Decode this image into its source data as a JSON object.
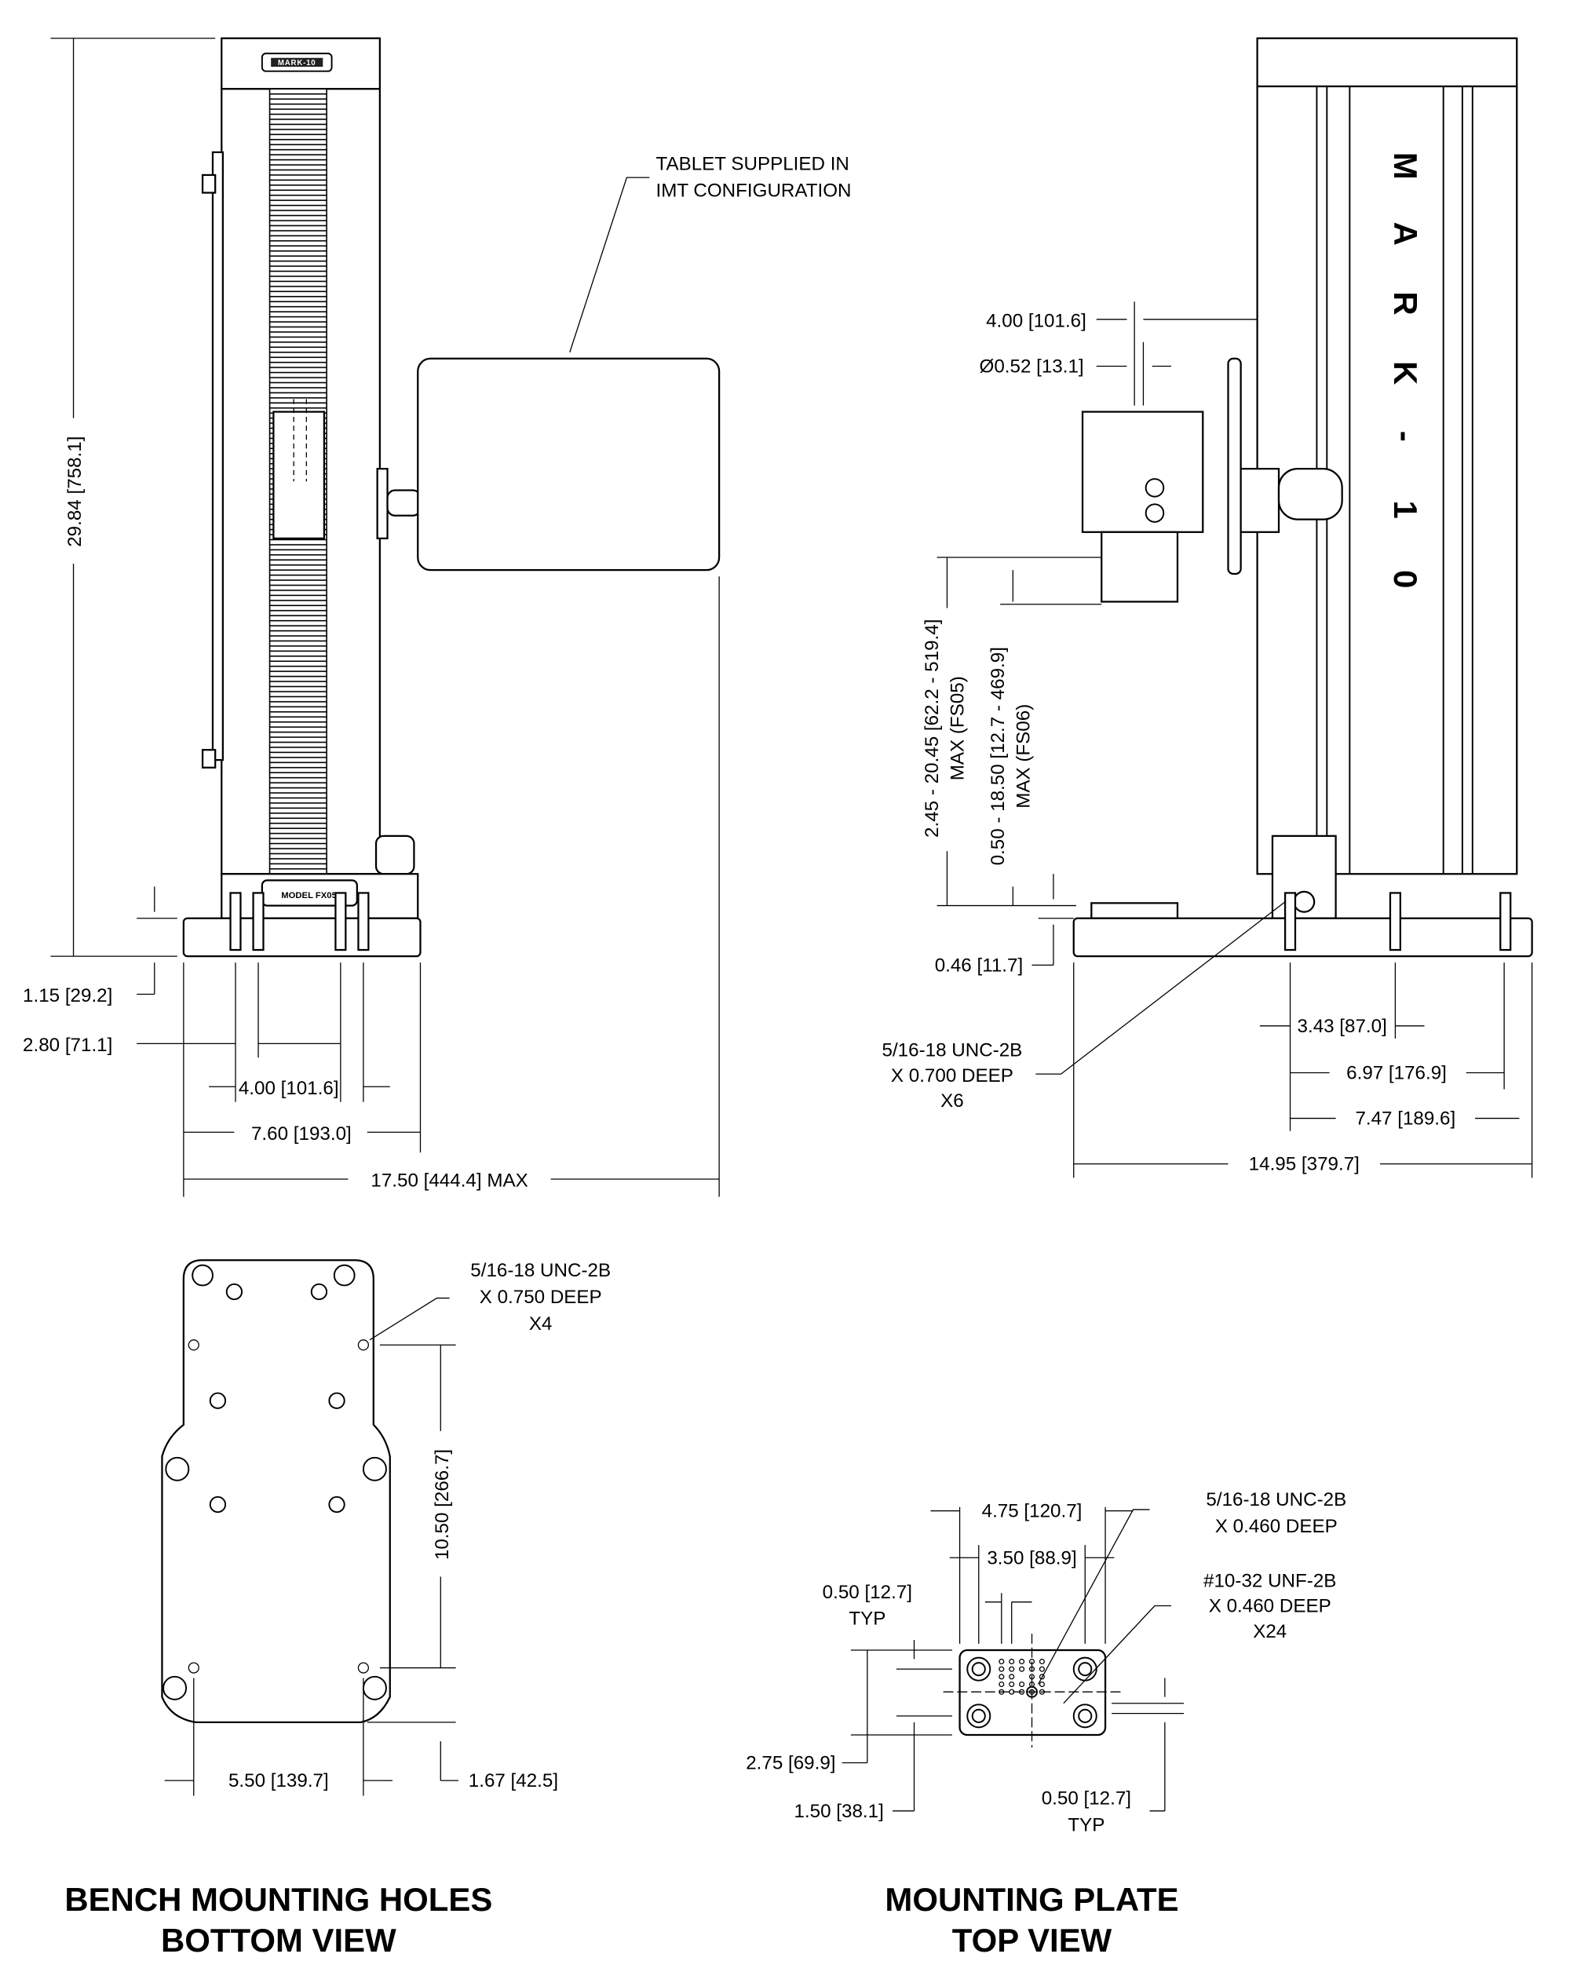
{
  "side_view": {
    "brand_badge": "MARK-10",
    "model_label": "MODEL FX05",
    "tablet_note_line1": "TABLET SUPPLIED IN",
    "tablet_note_line2": "IMT CONFIGURATION",
    "dim_height": "29.84 [758.1]",
    "dim_base": "1.15 [29.2]",
    "dim_280": "2.80 [71.1]",
    "dim_400": "4.00 [101.6]",
    "dim_760": "7.60 [193.0]",
    "dim_max": "17.50 [444.4] MAX"
  },
  "front_view": {
    "column_letters": [
      "M",
      "A",
      "R",
      "K",
      "-",
      "1",
      "0"
    ],
    "dim_400": "4.00 [101.6]",
    "dim_dia": "Ø0.52 [13.1]",
    "dim_range1_line1": "2.45 - 20.45 [62.2 - 519.4]",
    "dim_range1_line2": "MAX (FS05)",
    "dim_range2_line1": "0.50 - 18.50 [12.7 - 469.9]",
    "dim_range2_line2": "MAX (FS06)",
    "dim_046": "0.46 [11.7]",
    "thread_line1": "5/16-18 UNC-2B",
    "thread_line2": "X 0.700 DEEP",
    "thread_line3": "X6",
    "dim_343": "3.43 [87.0]",
    "dim_697": "6.97 [176.9]",
    "dim_747": "7.47 [189.6]",
    "dim_1495": "14.95 [379.7]"
  },
  "bottom_view": {
    "thread_line1": "5/16-18 UNC-2B",
    "thread_line2": "X 0.750 DEEP",
    "thread_line3": "X4",
    "dim_1050": "10.50 [266.7]",
    "dim_550": "5.50 [139.7]",
    "dim_167": "1.67 [42.5]",
    "title_line1": "BENCH MOUNTING HOLES",
    "title_line2": "BOTTOM VIEW"
  },
  "mounting_plate": {
    "dim_475": "4.75 [120.7]",
    "dim_350": "3.50 [88.9]",
    "dim_050_top_line1": "0.50 [12.7]",
    "dim_050_top_line2": "TYP",
    "thread1_line1": "5/16-18 UNC-2B",
    "thread1_line2": "X 0.460 DEEP",
    "thread2_line1": "#10-32 UNF-2B",
    "thread2_line2": "X 0.460 DEEP",
    "thread2_line3": "X24",
    "dim_275": "2.75 [69.9]",
    "dim_150": "1.50 [38.1]",
    "dim_050_bot_line1": "0.50 [12.7]",
    "dim_050_bot_line2": "TYP",
    "title_line1": "MOUNTING PLATE",
    "title_line2": "TOP VIEW"
  }
}
